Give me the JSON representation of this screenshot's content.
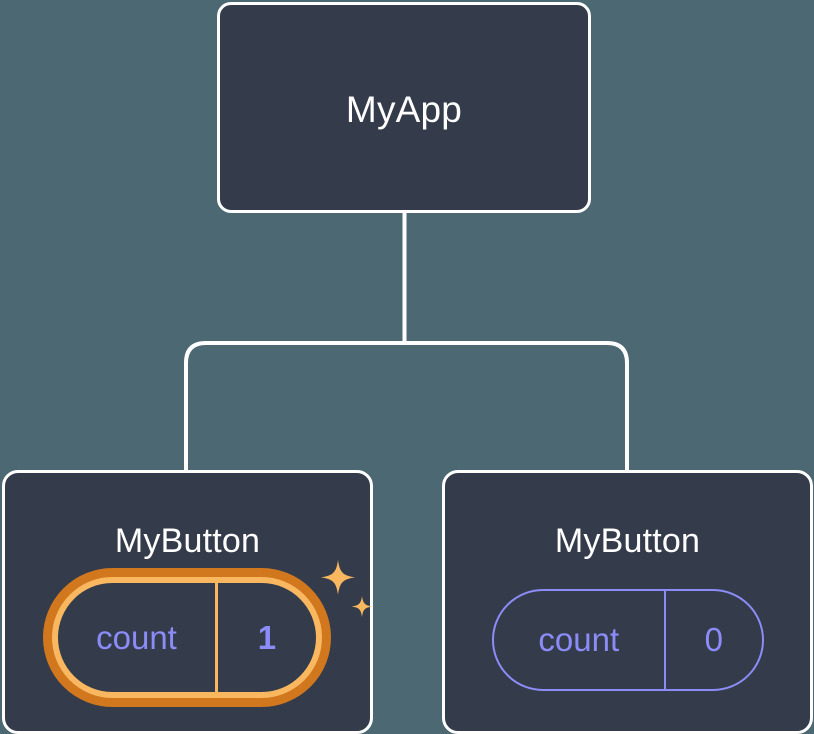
{
  "diagram": {
    "type": "component-tree",
    "background_color": "#4c6873",
    "node_fill": "#343b4a",
    "node_border": "#ffffff",
    "connector_color": "#ffffff",
    "accent_highlight": "#f9b860",
    "accent_highlight_dark": "#d1781e",
    "state_text_color": "#8b8cf7",
    "nodes": [
      {
        "id": "root",
        "title": "MyApp",
        "has_state": false,
        "highlighted": false
      },
      {
        "id": "child-left",
        "title": "MyButton",
        "has_state": true,
        "highlighted": true,
        "state": {
          "key": "count",
          "value": "1"
        },
        "sparkle_count": 2
      },
      {
        "id": "child-right",
        "title": "MyButton",
        "has_state": true,
        "highlighted": false,
        "state": {
          "key": "count",
          "value": "0"
        },
        "sparkle_count": 0
      }
    ],
    "edges": [
      {
        "from": "root",
        "to": "child-left"
      },
      {
        "from": "root",
        "to": "child-right"
      }
    ],
    "icons": {
      "sparkle_large": "sparkle-icon",
      "sparkle_small": "sparkle-icon"
    }
  }
}
